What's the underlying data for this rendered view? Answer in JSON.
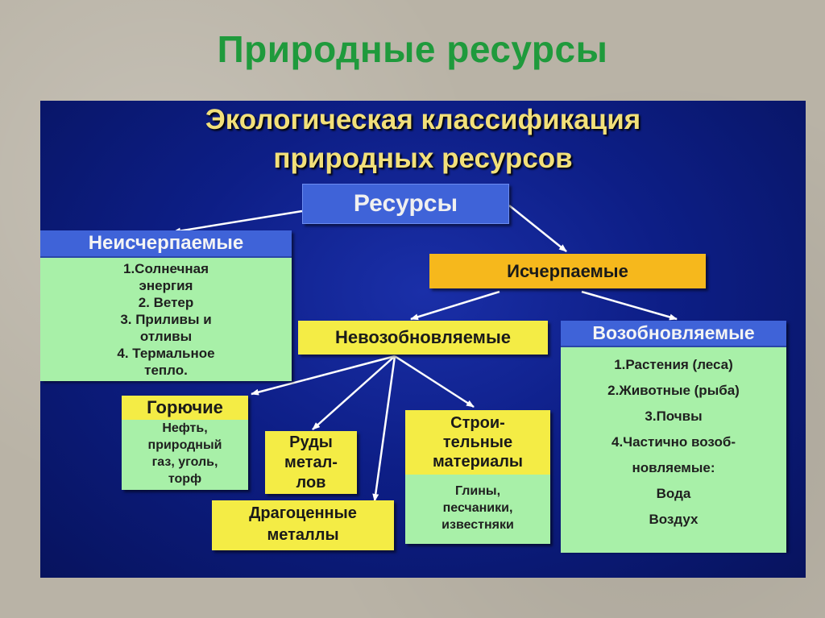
{
  "slide": {
    "title": "Природные ресурсы"
  },
  "panel": {
    "title_line1": "Экологическая классификация",
    "title_line2": "природных ресурсов"
  },
  "nodes": {
    "resources": "Ресурсы",
    "inexhaustible": {
      "title": "Неисчерпаемые",
      "items": [
        "1.Солнечная",
        "энергия",
        "2. Ветер",
        "3. Приливы и",
        "отливы",
        "4. Термальное",
        "тепло."
      ]
    },
    "exhaustible": "Исчерпаемые",
    "nonrenewable": "Невозобновляемые",
    "renewable": {
      "title": "Возобновляемые",
      "items": [
        "1.Растения (леса)",
        "2.Животные (рыба)",
        "3.Почвы",
        "4.Частично возоб-",
        "новляемые:",
        "Вода",
        "Воздух"
      ]
    },
    "combustible": {
      "title": "Горючие",
      "items": [
        "Нефть,",
        "природный",
        "газ, уголь,",
        "торф"
      ]
    },
    "ores": [
      "Руды",
      "метал-",
      "лов"
    ],
    "precious": [
      "Драгоценные",
      "металлы"
    ],
    "building": {
      "title": [
        "Строи-",
        "тельные",
        "материалы"
      ],
      "items": [
        "Глины,",
        "песчаники,",
        "известняки"
      ]
    }
  },
  "colors": {
    "slide_title": "#1f9a3c",
    "panel_bg": "#0d1e86",
    "panel_title": "#f2e07a",
    "blue_box": "#3f63d8",
    "yellow_box": "#f4ec45",
    "orange_box": "#f6b81c",
    "green_box": "#a8f0a8",
    "arrow": "#ffffff"
  }
}
